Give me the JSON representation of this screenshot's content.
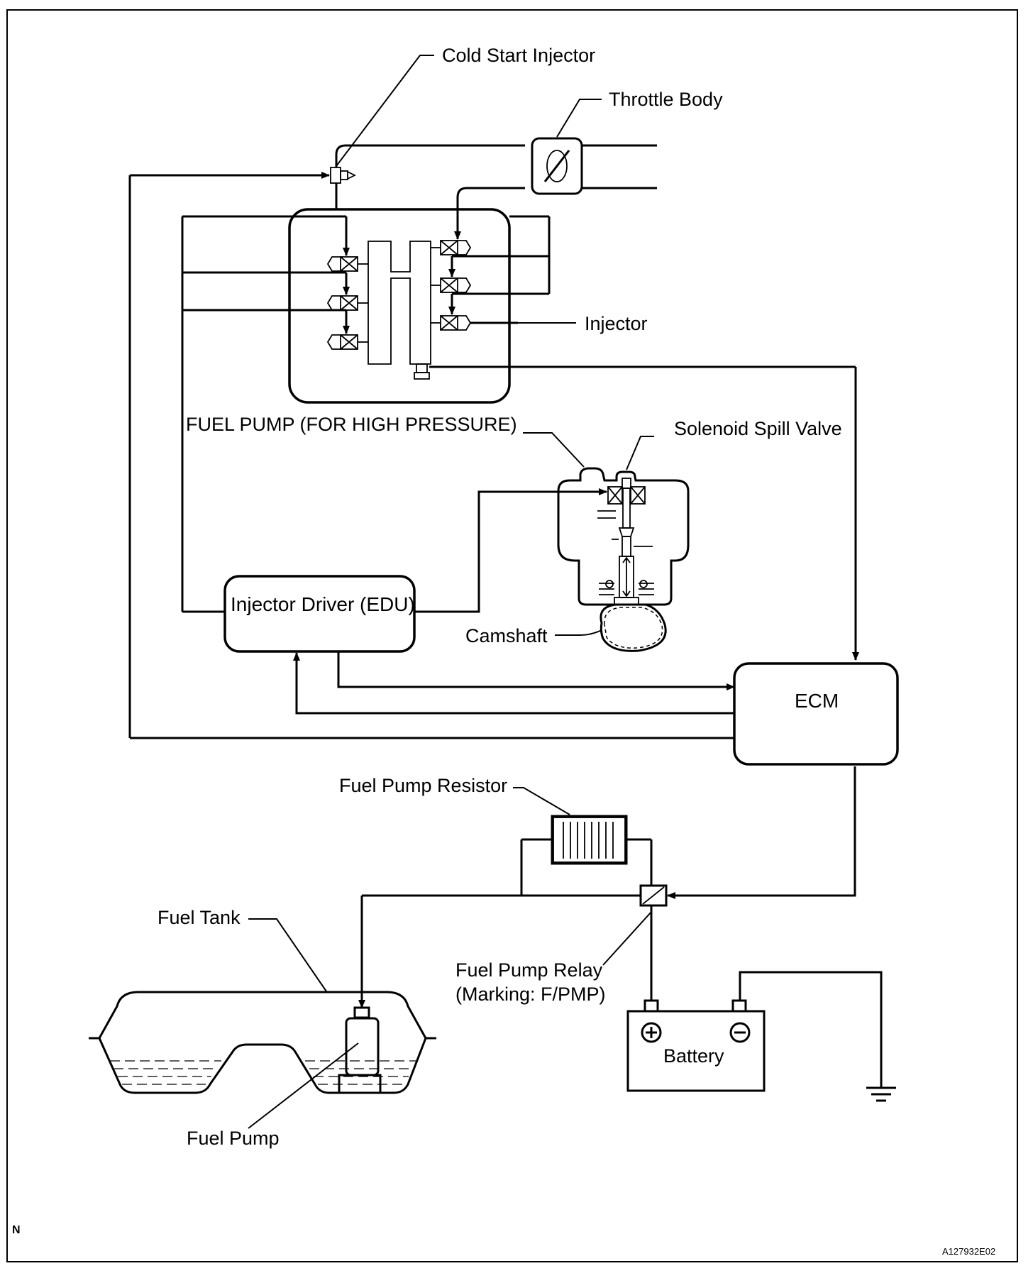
{
  "diagram": {
    "labels": {
      "cold_start_injector": "Cold Start Injector",
      "throttle_body": "Throttle Body",
      "injector": "Injector",
      "fuel_pump_high_pressure": "FUEL PUMP (FOR HIGH PRESSURE)",
      "solenoid_spill_valve": "Solenoid Spill Valve",
      "injector_driver": "Injector Driver (EDU)",
      "camshaft": "Camshaft",
      "ecm": "ECM",
      "fuel_pump_resistor": "Fuel Pump Resistor",
      "fuel_tank": "Fuel Tank",
      "fuel_pump_relay_line1": "Fuel Pump Relay",
      "fuel_pump_relay_line2": "(Marking: F/PMP)",
      "battery": "Battery",
      "fuel_pump": "Fuel Pump"
    },
    "corner_mark": "N",
    "figure_id": "A127932E02",
    "battery_terminals": {
      "positive": "+",
      "negative": "−"
    }
  }
}
